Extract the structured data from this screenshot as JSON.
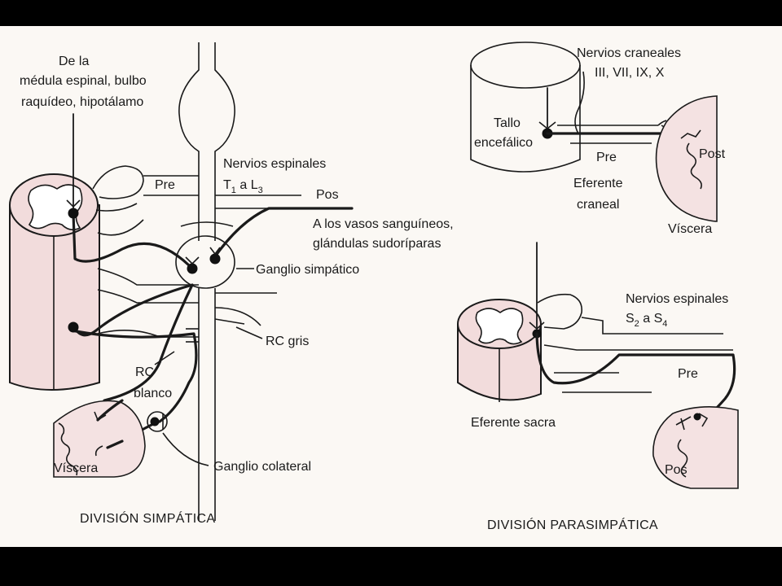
{
  "symp": {
    "source_l1": "De la",
    "source_l2": "médula espinal, bulbo",
    "source_l3": "raquídeo, hipotálamo",
    "pre": "Pre",
    "spinal_nerves_l1": "Nervios espinales",
    "spinal_nerves_l2_a": "T",
    "spinal_nerves_l2_sub1": "1",
    "spinal_nerves_l2_b": " a L",
    "spinal_nerves_l2_sub2": "3",
    "pos": "Pos",
    "vessels_l1": "A los vasos sanguíneos,",
    "vessels_l2": "glándulas sudoríparas",
    "ganglion": "Ganglio simpático",
    "rc_gris": "RC gris",
    "rc_blanco_l1": "RC",
    "rc_blanco_l2": "blanco",
    "viscera": "Víscera",
    "collateral": "Ganglio colateral",
    "title": "DIVISIÓN SIMPÁTICA"
  },
  "para": {
    "cranial_l1": "Nervios craneales",
    "cranial_l2": "III, VII, IX, X",
    "brainstem_l1": "Tallo",
    "brainstem_l2": "encefálico",
    "pre_top": "Pre",
    "post": "Post",
    "efferent_cranial_l1": "Eferente",
    "efferent_cranial_l2": "craneal",
    "viscera": "Víscera",
    "spinal_l1": "Nervios espinales",
    "spinal_l2_a": "S",
    "spinal_l2_sub1": "2",
    "spinal_l2_b": " a S",
    "spinal_l2_sub2": "4",
    "pre_bottom": "Pre",
    "sacral": "Eferente sacra",
    "pos": "Pos",
    "title": "DIVISIÓN PARASIMPÁTICA"
  }
}
